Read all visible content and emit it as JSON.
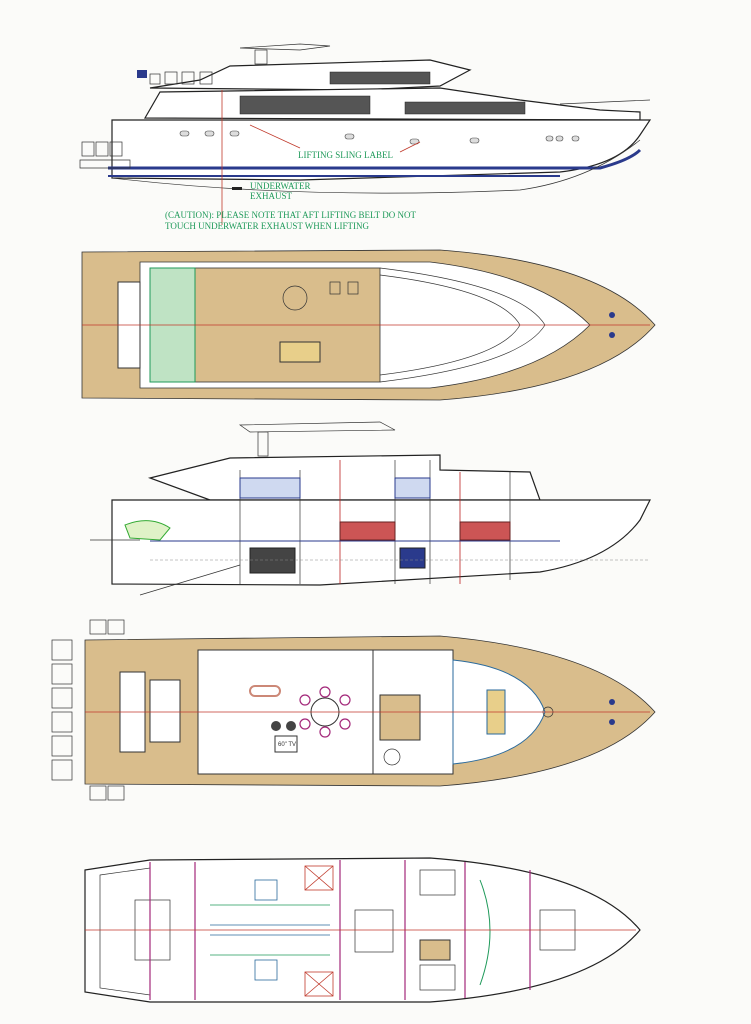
{
  "title": "Yacht general arrangement drawings",
  "views": {
    "profile": {
      "lifting_sling_label": "LIFTING SLING LABEL",
      "underwater_exhaust_line1": "UNDERWATER",
      "underwater_exhaust_line2": "EXHAUST",
      "caution_line1": "(CAUTION): PLEASE NOTE THAT AFT LIFTING BELT DO NOT",
      "caution_line2": "TOUCH UNDERWATER EXHAUST WHEN LIFTING"
    },
    "main_deck": {
      "tv_label": "60\" TV"
    }
  },
  "colors": {
    "annotation": "#1f9a5a",
    "centerline": "#c0392b",
    "waterline": "#2a3a8c",
    "teak": "#d9bd8c"
  }
}
